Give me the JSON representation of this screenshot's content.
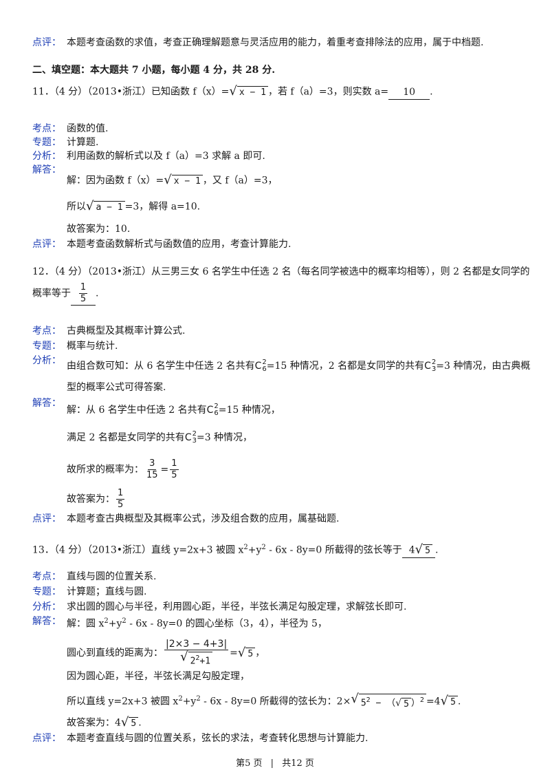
{
  "top": {
    "label": "点评：",
    "text": "本题考查函数的求值，考查正确理解题意与灵活应用的能力，着重考查排除法的应用，属于中档题."
  },
  "section_heading": "二、填空题：本大题共 7 小题，每小题 4 分，共 28 分.",
  "q11": {
    "stem_a": "11．（4 分）（2013•浙江）已知函数 f（x）=",
    "stem_rad": "x − 1",
    "stem_b": "，若 f（a）=3，则实数 a=",
    "answer": "10",
    "stem_end": ".",
    "labels": {
      "kaodian": "考点：",
      "zhuanti": "专题：",
      "fenxi": "分析：",
      "jieda": "解答：",
      "dianping": "点评："
    },
    "kaodian": "函数的值.",
    "zhuanti": "计算题.",
    "fenxi": "利用函数的解析式以及 f（a）=3 求解 a 即可.",
    "jie1_a": "解：因为函数 f（x）=",
    "jie1_rad": "x − 1",
    "jie1_b": "，又 f（a）=3，",
    "jie2_a": "所以",
    "jie2_rad": "a − 1",
    "jie2_b": "=3，解得 a=10.",
    "jie3": "故答案为：10.",
    "dianping": "本题考查函数解析式与函数值的应用，考查计算能力."
  },
  "q12": {
    "stem_line1": "12．（4 分）（2013•浙江）从三男三女 6 名学生中任选 2 名（每名同学被选中的概率均相等），则 2 名都是女同学的",
    "stem_line2_a": "概率等于",
    "ans_num": "1",
    "ans_den": "5",
    "stem_end": ".",
    "labels": {
      "kaodian": "考点：",
      "zhuanti": "专题：",
      "fenxi": "分析：",
      "jieda": "解答：",
      "dianping": "点评："
    },
    "kaodian": "古典概型及其概率计算公式.",
    "zhuanti": "概率与统计.",
    "fenxi1_a": "由组合数可知：从 6 名学生中任选 2 名共有",
    "fenxi1_c1": "C",
    "fenxi1_c1_sup": "2",
    "fenxi1_c1_sub": "6",
    "fenxi1_b": "=15 种情况，2 名都是女同学的共有",
    "fenxi1_c2": "C",
    "fenxi1_c2_sup": "2",
    "fenxi1_c2_sub": "3",
    "fenxi1_c": "=3 种情况，由古典概",
    "fenxi2": "型的概率公式可得答案.",
    "jie1_a": "解：从 6 名学生中任选 2 名共有",
    "jie1_c": "C",
    "jie1_sup": "2",
    "jie1_sub": "6",
    "jie1_b": "=15 种情况，",
    "jie2_a": "满足 2 名都是女同学的共有",
    "jie2_c": "C",
    "jie2_sup": "2",
    "jie2_sub": "3",
    "jie2_b": "=3 种情况，",
    "jie3_a": "故所求的概率为：",
    "jie3_f1_num": "3",
    "jie3_f1_den": "15",
    "jie3_eq": "=",
    "jie3_f2_num": "1",
    "jie3_f2_den": "5",
    "jie4_a": "故答案为：",
    "jie4_num": "1",
    "jie4_den": "5",
    "dianping": "本题考查古典概型及其概率公式，涉及组合数的应用，属基础题."
  },
  "q13": {
    "stem_a": "13．（4 分）（2013•浙江）直线 y=2x+3 被圆 x",
    "sup2": "2",
    "stem_b": "+y",
    "stem_c": " - 6x - 8y=0 所截得的弦长等于",
    "answer_coef": "4",
    "answer_rad": "5",
    "stem_end": ".",
    "labels": {
      "kaodian": "考点：",
      "zhuanti": "专题：",
      "fenxi": "分析：",
      "jieda": "解答：",
      "dianping": "点评："
    },
    "kaodian": "直线与圆的位置关系.",
    "zhuanti": "计算题；直线与圆.",
    "fenxi": "求出圆的圆心与半径，利用圆心距，半径，半弦长满足勾股定理，求解弦长即可.",
    "jie1_a": "解：圆 x",
    "jie1_b": "+y",
    "jie1_c": " - 6x - 8y=0 的圆心坐标（3，4），半径为 5，",
    "jie2_a": "圆心到直线的距离为：",
    "jie2_num": "|2×3 − 4+3|",
    "jie2_den_rad": "2",
    "jie2_den_rest": "+1",
    "jie2_eq": "=",
    "jie2_rad": "5",
    "jie2_end": "，",
    "jie3": "因为圆心距，半径，半弦长满足勾股定理，",
    "jie4_a": "所以直线 y=2x+3 被圆 x",
    "jie4_b": "+y",
    "jie4_c": " - 6x - 8y=0 所截得的弦长为：2×",
    "jie4_rad_a": "5",
    "jie4_rad_b": " − （",
    "jie4_inner_rad": "5",
    "jie4_rad_c": "）",
    "jie4_d": "=4",
    "jie4_rad2": "5",
    "jie4_end": ".",
    "jie5_a": "故答案为：4",
    "jie5_rad": "5",
    "jie5_end": ".",
    "dianping": "本题考查直线与圆的位置关系，弦长的求法，考查转化思想与计算能力."
  },
  "footer": {
    "page": "第5 页",
    "sep": "|",
    "total": "共12 页"
  }
}
